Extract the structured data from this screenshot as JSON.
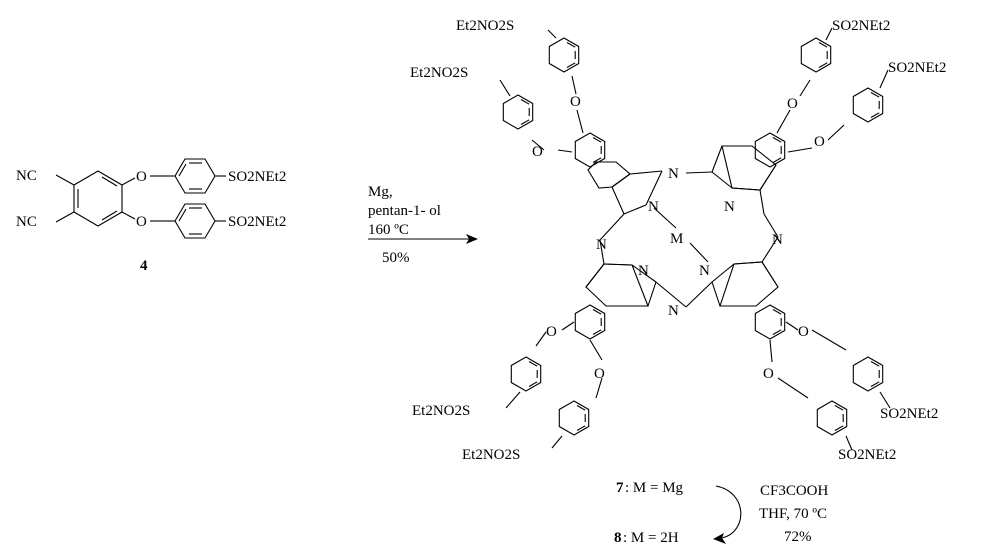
{
  "reactant": {
    "number": "4",
    "nc_top": "NC",
    "nc_bottom": "NC",
    "o_top": "O",
    "o_bottom": "O",
    "sulfonamide_top": "SO2NEt2",
    "sulfonamide_bottom": "SO2NEt2"
  },
  "step1": {
    "reagent": "Mg,",
    "solvent": "pentan-1- ol",
    "temperature": "160 ºC",
    "yield": "50%"
  },
  "product": {
    "nitrogen_label": "N",
    "oxygen_label": "O",
    "metal_label": "M",
    "sulfonamide_left": "Et2NO2S",
    "sulfonamide_right": "SO2NEt2"
  },
  "compounds": [
    {
      "number": "7",
      "definition": ": M = Mg"
    },
    {
      "number": "8",
      "definition": ": M = 2H"
    }
  ],
  "step2": {
    "reagent": "CF3COOH",
    "conditions": "THF, 70 ºC",
    "yield": "72%"
  }
}
